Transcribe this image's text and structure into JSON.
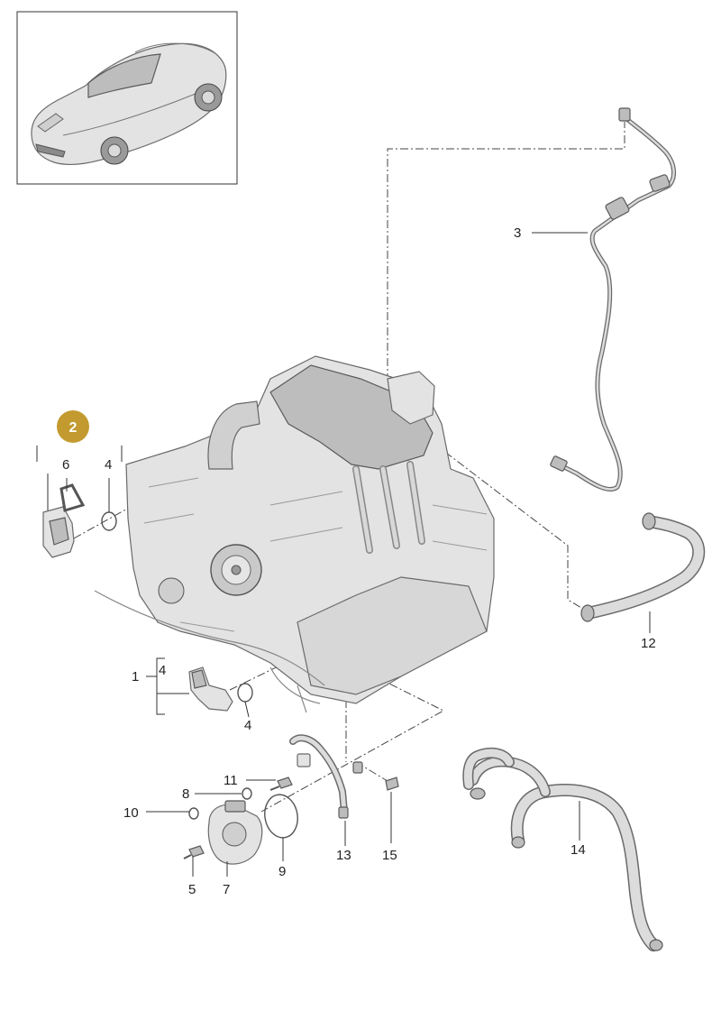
{
  "badge": {
    "label": "2",
    "color": "#c39a2f"
  },
  "colors": {
    "part_fill": "#e3e3e3",
    "part_stroke": "#6a6a6a",
    "line": "#333333"
  },
  "callouts": {
    "c1": "1",
    "c4_bracket": "4",
    "c3": "3",
    "c6": "6",
    "c4_top": "4",
    "c12": "12",
    "c4_bottom": "4",
    "c11": "11",
    "c8": "8",
    "c10": "10",
    "c5": "5",
    "c7": "7",
    "c9": "9",
    "c13": "13",
    "c15": "15",
    "c14": "14"
  }
}
